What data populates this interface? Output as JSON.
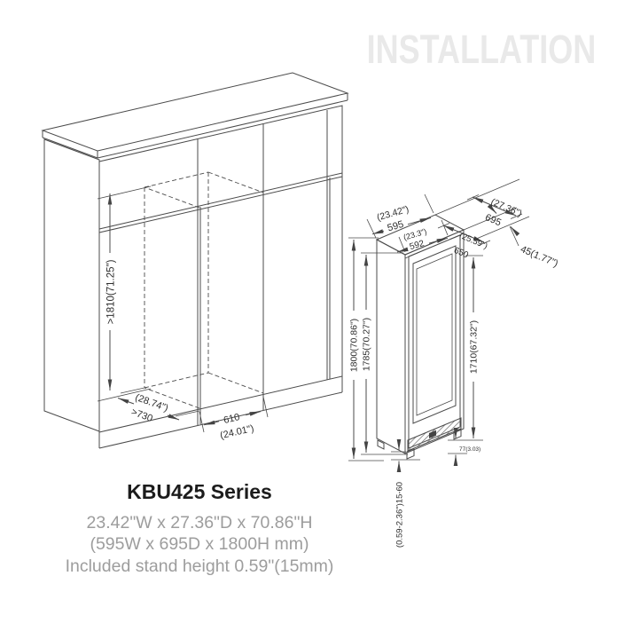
{
  "watermark": "INSTALLATION",
  "cabinet": {
    "niche_height": ">1810(71.25\")",
    "niche_depth_in": "(28.74\")",
    "niche_depth_mm": ">730",
    "niche_width_mm": "610",
    "niche_width_in": "(24.01\")"
  },
  "product": {
    "width_in": "(23.42\")",
    "width_mm": "595",
    "inner_width_in": "(23.3\")",
    "inner_width_mm": "592",
    "depth_in": "(25.59\")",
    "depth_mm": "650",
    "total_depth_in": "(27.36\")",
    "total_depth_mm": "695",
    "wall_gap": "45(1.77\")",
    "height_total": "1800(70.86\")",
    "height_body": "1785(70.27\")",
    "height_door": "1710(67.32\")",
    "plinth": "77(3.03)",
    "stand_range": "(0.59-2.36\")15-60"
  },
  "footer": {
    "series": "KBU425 Series",
    "dims_imperial": "23.42\"W x 27.36\"D x 70.86\"H",
    "dims_metric": "(595W x 695D x 1800H mm)",
    "stand_note": "Included stand height 0.59\"(15mm)"
  }
}
